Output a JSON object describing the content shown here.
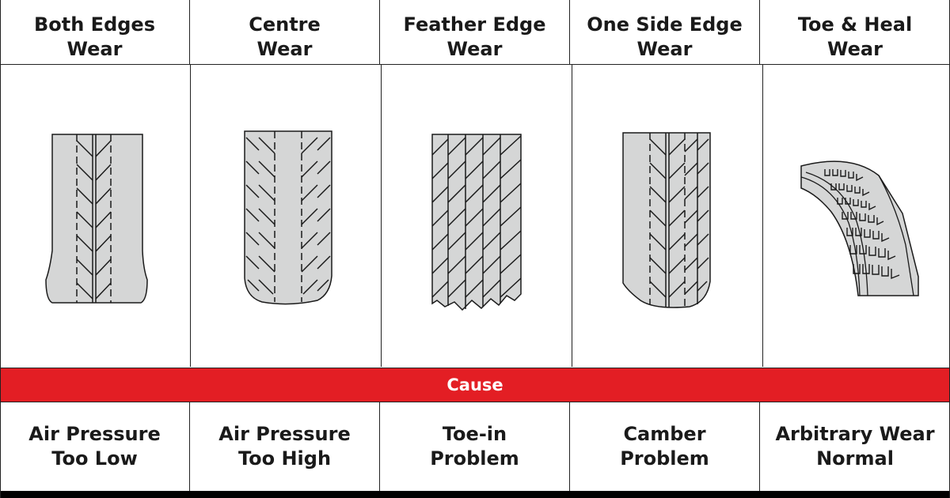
{
  "wear_types": [
    {
      "title": "Both Edges\nWear",
      "cause": "Air Pressure\nToo Low",
      "icon": "tyre-both-edges-wear-icon"
    },
    {
      "title": "Centre\nWear",
      "cause": "Air Pressure\nToo High",
      "icon": "tyre-centre-wear-icon"
    },
    {
      "title": "Feather Edge\nWear",
      "cause": "Toe-in\nProblem",
      "icon": "tyre-feather-edge-wear-icon"
    },
    {
      "title": "One Side Edge\nWear",
      "cause": "Camber\nProblem",
      "icon": "tyre-one-side-edge-wear-icon"
    },
    {
      "title": "Toe & Heal\nWear",
      "cause": "Arbitrary Wear\nNormal",
      "icon": "tyre-toe-heal-wear-icon"
    }
  ],
  "cause_banner": "Cause",
  "colors": {
    "banner": "#e31e24",
    "tyre_fill": "#d5d6d6",
    "line": "#1a1a1a"
  }
}
